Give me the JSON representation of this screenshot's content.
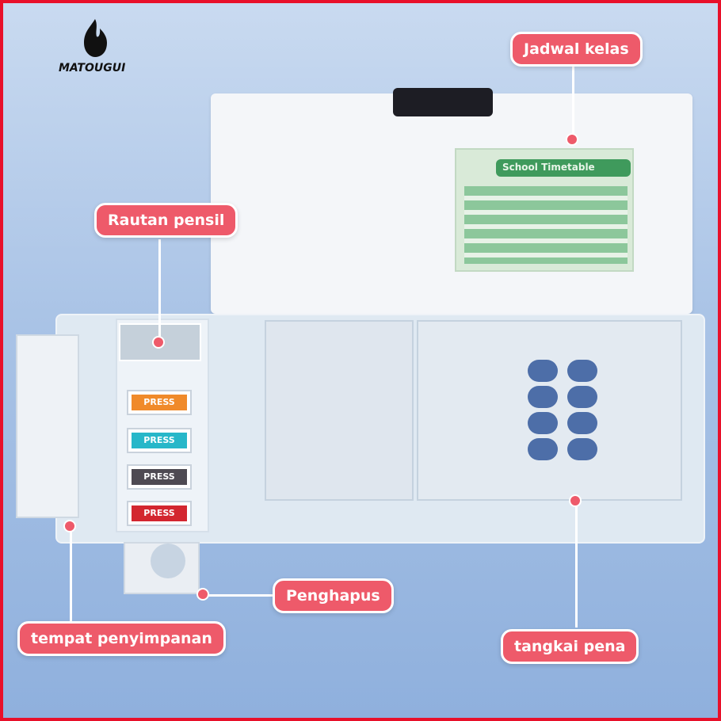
{
  "brand": {
    "name": "MATOUGUI"
  },
  "timetable": {
    "title": "School Timetable"
  },
  "buttons": [
    {
      "label": "PRESS",
      "color": "#f08a2a"
    },
    {
      "label": "PRESS",
      "color": "#27b7c9"
    },
    {
      "label": "PRESS",
      "color": "#4e4a52"
    },
    {
      "label": "PRESS",
      "color": "#d3262f"
    }
  ],
  "callouts": {
    "schedule": "Jadwal kelas",
    "sharpener": "Rautan pensil",
    "eraser": "Penghapus",
    "storage": "tempat penyimpanan",
    "pen_holder": "tangkai pena"
  },
  "colors": {
    "accent": "#ee5a6a",
    "border": "#e8102a"
  }
}
